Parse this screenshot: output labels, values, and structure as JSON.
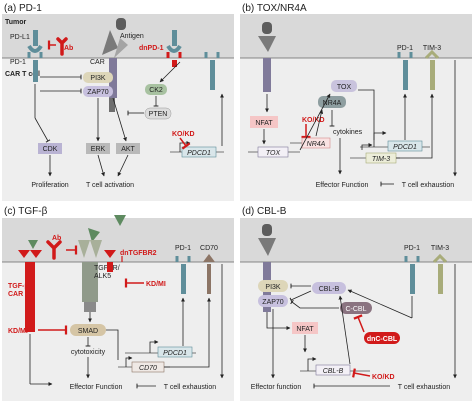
{
  "colors": {
    "panel_bg": "#eeeeee",
    "tumor_bg": "#d9d9d9",
    "red": "#d11a1a",
    "teal": "#5f8e9a",
    "purple": "#807a9a",
    "olive": "#a8ac7a",
    "pink_box": "#f5c6c6",
    "gray_box": "#b9b9b9",
    "brown": "#8c7566"
  },
  "panel_a": {
    "title": "(a)  PD-1",
    "tumor_label": "Tumor",
    "pdl1": "PD-L1",
    "antigen": "Antigen",
    "ab": "Ab",
    "dnpd1": "dnPD-1",
    "pd1": "PD-1",
    "car": "CAR",
    "car_tcell": "CAR T cell",
    "pi3k": "PI3K",
    "zap70": "ZAP70",
    "ck2": "CK2",
    "pten": "PTEN",
    "cdk": "CDK",
    "erk": "ERK",
    "akt": "AKT",
    "kokd": "KO/KD",
    "pdcd1": "PDCD1",
    "proliferation": "Proliferation",
    "tcell_activation": "T cell activation"
  },
  "panel_b": {
    "title": "(b)  TOX/NR4A",
    "tox": "TOX",
    "nr4a": "NR4A",
    "nfat": "NFAT",
    "kokd": "KO/KD",
    "cytokines": "cytokines",
    "tox_gene": "TOX",
    "nr4a_gene": "NR4A",
    "pdcd1": "PDCD1",
    "tim3_gene": "TIM-3",
    "pd1": "PD-1",
    "tim3": "TIM-3",
    "effector": "Effector Function",
    "exhaustion": "T cell exhaustion"
  },
  "panel_c": {
    "title": "(c)  TGF-β",
    "ab": "Ab",
    "tgfb_car": "TGF-β\nCAR",
    "dntgfbr2": "dnTGFBR2",
    "tgfbr": "TGFBR/\nALK5",
    "kdmi": "KD/MI",
    "kdmi2": "KD/MI",
    "smad": "SMAD",
    "cytotoxicity": "cytotoxicity",
    "pd1": "PD-1",
    "cd70": "CD70",
    "pdcd1": "PDCD1",
    "cd70_gene": "CD70",
    "effector": "Effector Function",
    "exhaustion": "T cell exhaustion"
  },
  "panel_d": {
    "title": "(d)  CBL-B",
    "pi3k": "PI3K",
    "zap70": "ZAP70",
    "cblb": "CBL-B",
    "ccbl": "C-CBL",
    "dnccbl": "dnC-CBL",
    "nfat": "NFAT",
    "cblb_gene": "CBL-B",
    "kokd": "KO/KD",
    "pd1": "PD-1",
    "tim3": "TIM-3",
    "effector": "Effector function",
    "exhaustion": "T cell exhaustion"
  }
}
